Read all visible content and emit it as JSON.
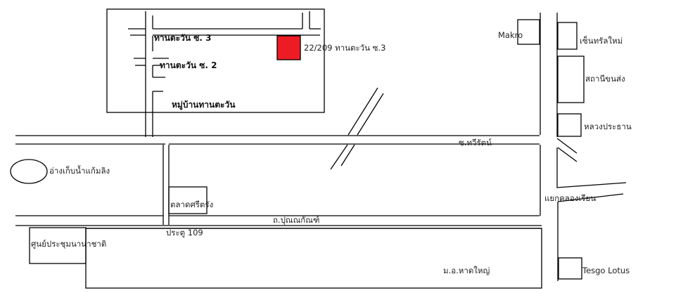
{
  "map": {
    "village_name": "หมู่บ้านทานตะวัน",
    "soi_3_label": "ทานตะวัน ซ. 3",
    "soi_2_label": "ทานตะวัน ซ. 2",
    "destination_address": "22/209 ทานตะวัน ซ.3",
    "destination_color": "#ed1c24",
    "landmarks": {
      "makro": "Makro",
      "central": "เซ็นทรัลใหม่",
      "bus_station": "สถานีขนส่ง",
      "luang_prathan": "หลวงประธาน",
      "reservoir": "อ่างเก็บน้ำแก้มลิง",
      "market": "ตลาดศรีตรัง",
      "convention_center": "ศูนย์ประชุมนานาชาติ",
      "university": "ม.อ.หาดใหญ่",
      "tesco": "Tesgo Lotus"
    },
    "roads": {
      "soi_thawirat": "ซ.ทวีรัตน์",
      "punnakan_road": "ถ.ปุณณกัณฑ์",
      "gate": "ประตู 109",
      "khlong_rian_junction": "แยกคลองเรียน"
    }
  }
}
